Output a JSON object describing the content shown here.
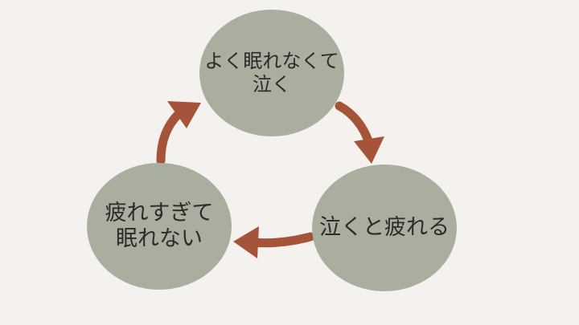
{
  "colors": {
    "background": "#f4f1ee",
    "node_fill": "#a9ae9e",
    "arrow": "#a5543a",
    "text": "#2b2b2b"
  },
  "nodes": {
    "top": {
      "line1": "よく眠れなくて",
      "line2": "泣く"
    },
    "right": {
      "line1": "泣くと疲れる"
    },
    "left": {
      "line1": "疲れすぎて",
      "line2": "眠れない"
    }
  }
}
